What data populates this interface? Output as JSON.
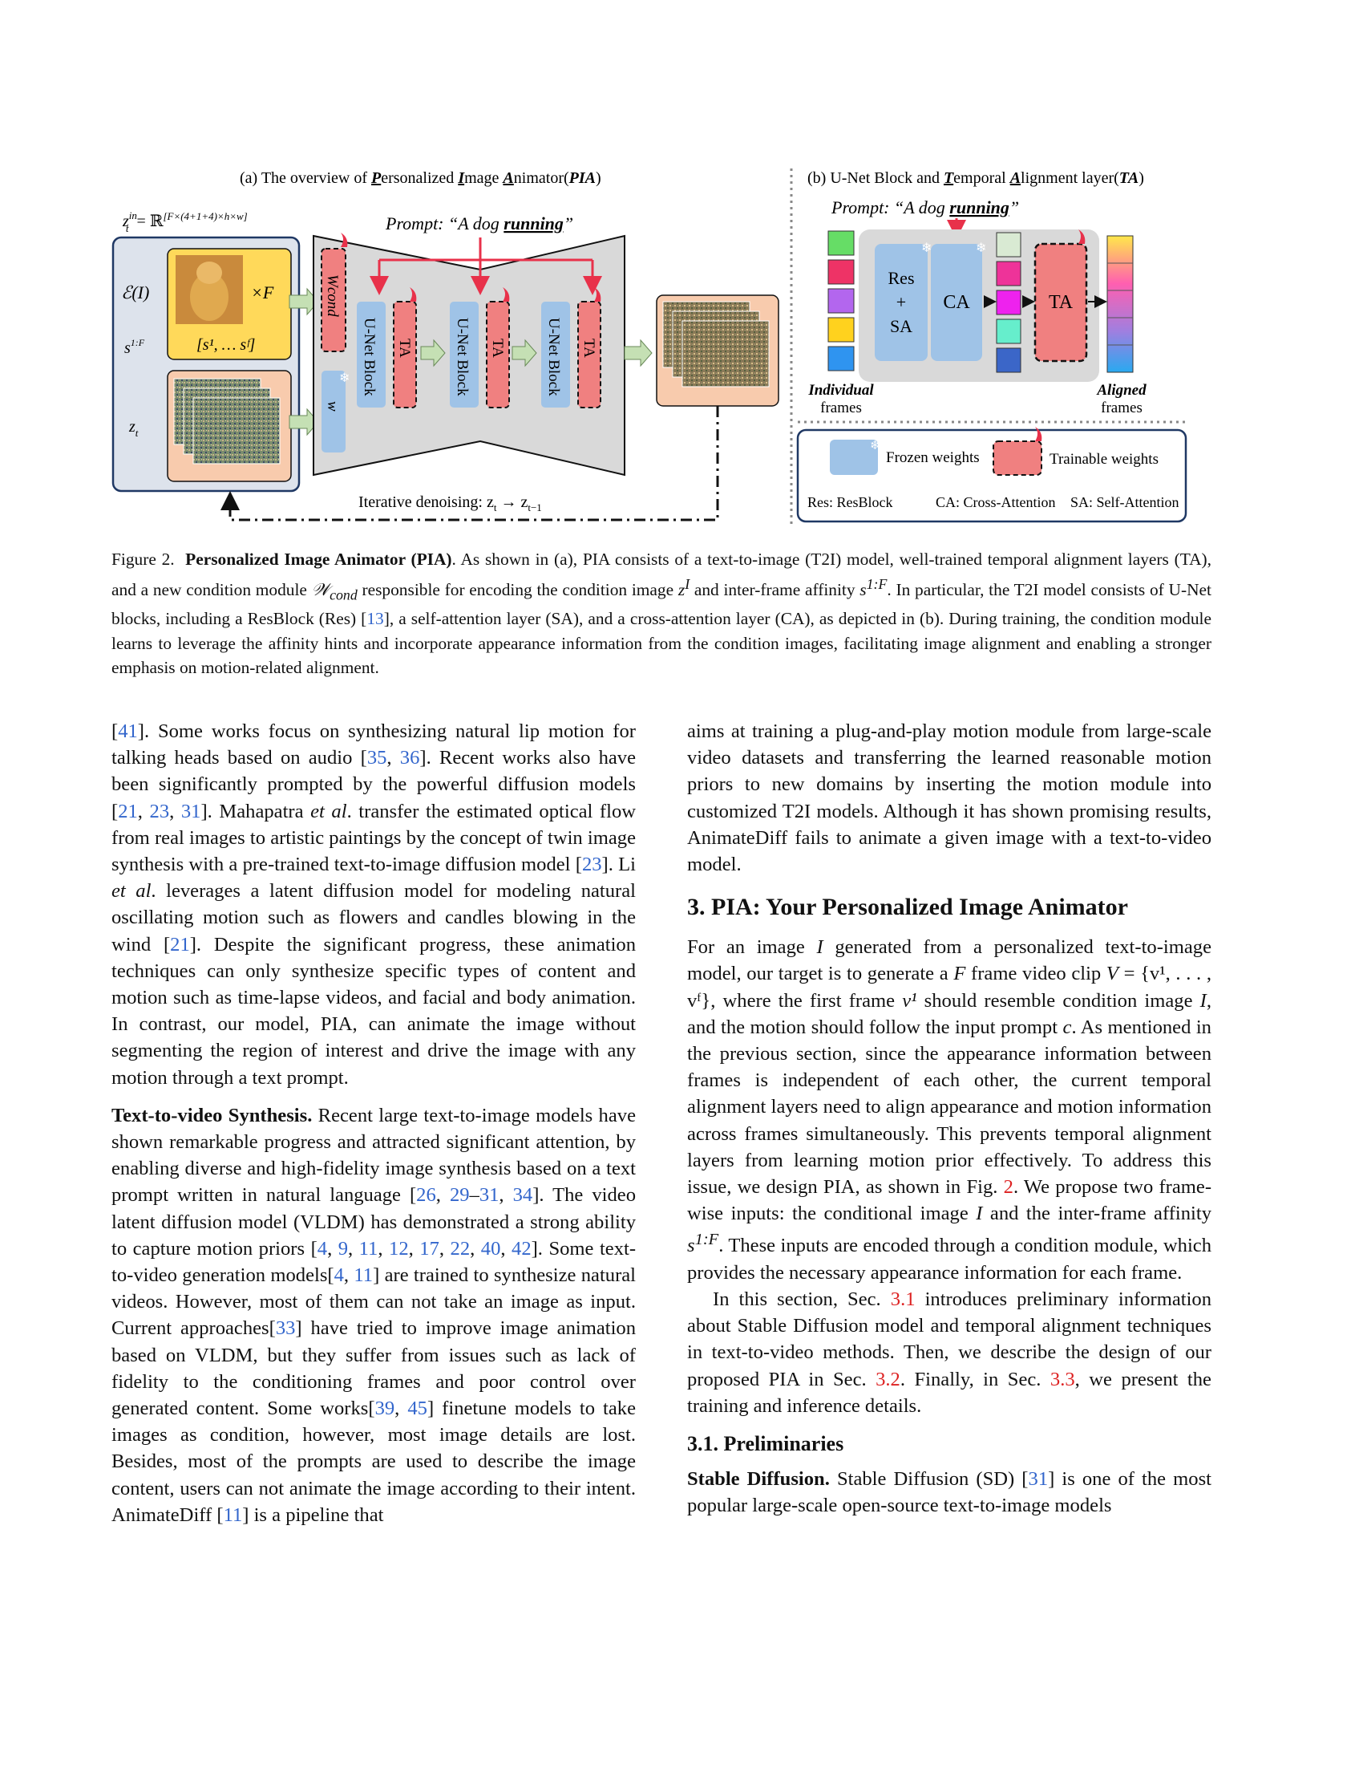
{
  "figure": {
    "title_a_prefix": "(a) The overview of ",
    "title_a_P": "P",
    "title_a_p2": "ersonalized ",
    "title_a_I": "I",
    "title_a_p3": "mage ",
    "title_a_A": "A",
    "title_a_p4": "nimator(",
    "title_a_abbr": "PIA",
    "title_a_end": ")",
    "title_b_prefix": "(b) U-Net Block and ",
    "title_b_T": "T",
    "title_b_p2": "emporal ",
    "title_b_A": "A",
    "title_b_p3": "lignment layer(",
    "title_b_abbr": "TA",
    "title_b_end": ")",
    "z_in_label": "z",
    "z_in_sup": "in",
    "z_in_sub": "t",
    "z_in_eq": "= ℝ",
    "z_in_dims": "[F×(4+1+4)×h×w]",
    "prompt_prefix": "Prompt: “A dog ",
    "prompt_word": "running",
    "prompt_suffix": "”",
    "enc_label": "ℰ(I)",
    "xF_label": "×F",
    "s_label": "s",
    "s_sup": "1:F",
    "s_set": "[s¹, … sᶠ]",
    "zt_label": "z",
    "zt_sub": "t",
    "wcond_label": "Wcond",
    "w_label": "w",
    "unet_label": "U-Net Block",
    "ta_label": "TA",
    "iter_label": "Iterative denoising: z",
    "iter_sub1": "t",
    "iter_arrow": " → z",
    "iter_sub2": "t−1",
    "res_line1": "Res",
    "res_line2": "+",
    "res_line3": "SA",
    "ca_label": "CA",
    "ta_big": "TA",
    "individual_1": "Individual",
    "individual_2": "frames",
    "aligned_1": "Aligned",
    "aligned_2": "frames",
    "frozen_label": "Frozen weights",
    "trainable_label": "Trainable weights",
    "legend_res": "Res: ResBlock",
    "legend_ca": "CA: Cross-Attention",
    "legend_sa": "SA: Self-Attention",
    "colors": {
      "blue_block": "#9fc3e7",
      "red_block": "#f08080",
      "gray_bg": "#d9d9d9",
      "yellow_bg": "#ffd95a",
      "peach_bg": "#f8cbad",
      "arrow_green": "#c5e0b4",
      "prompt_red": "#e8314a",
      "panel_border": "#1f3864"
    }
  },
  "caption": {
    "label": "Figure 2.",
    "title": "Personalized Image Animator (PIA)",
    "t1": ". As shown in (a), PIA consists of a text-to-image (T2I) model, well-trained temporal alignment layers (TA), and a new condition module ",
    "t1_w": "𝒲",
    "t1_wsub": "cond",
    "t2": " responsible for encoding the condition image ",
    "t2_z": "z",
    "t2_zsup": "I",
    "t3": " and inter-frame affinity ",
    "t3_s": "s",
    "t3_ssup": "1:F",
    "t4": ". In particular, the T2I model consists of U-Net blocks, including a ResBlock (Res) [",
    "cite13": "13",
    "t5": "], a self-attention layer (SA), and a cross-attention layer (CA), as depicted in (b). During training, the condition module learns to leverage the affinity hints and incorporate appearance information from the condition images, facilitating image alignment and enabling a stronger emphasis on motion-related alignment."
  },
  "left": {
    "p1_a": "[",
    "c41": "41",
    "p1_b": "]. Some works focus on synthesizing natural lip motion for talking heads based on audio [",
    "c35": "35",
    "p1_c": ", ",
    "c36": "36",
    "p1_d": "]. Recent works also have been significantly prompted by the powerful diffusion models [",
    "c21a": "21",
    "p1_e": ", ",
    "c23a": "23",
    "p1_f": ", ",
    "c31a": "31",
    "p1_g": "]. Mahapatra ",
    "etal1": "et al",
    "p1_h": ". transfer the estimated optical flow from real images to artistic paintings by the concept of twin image synthesis with a pre-trained text-to-image diffusion model [",
    "c23b": "23",
    "p1_i": "]. Li ",
    "etal2": "et al",
    "p1_j": ". leverages a latent diffusion model for modeling natural oscillating motion such as flowers and candles blowing in the wind [",
    "c21b": "21",
    "p1_k": "]. Despite the significant progress, these animation techniques can only synthesize specific types of content and motion such as time-lapse videos, and facial and body animation. In contrast, our model, PIA, can animate the image without segmenting the region of interest and drive the image with any motion through a text prompt.",
    "p2_head": "Text-to-video Synthesis.",
    "p2_a": " Recent large text-to-image models have shown remarkable progress and attracted significant attention, by enabling diverse and high-fidelity image synthesis based on a text prompt written in natural language [",
    "c26": "26",
    "p2_b": ", ",
    "c29": "29",
    "p2_c": "–",
    "c31b": "31",
    "p2_d": ", ",
    "c34": "34",
    "p2_e": "]. The video latent diffusion model (VLDM) has demonstrated a strong ability to capture motion priors [",
    "c4a": "4",
    "p2_f": ", ",
    "c9": "9",
    "p2_g": ", ",
    "c11a": "11",
    "p2_h": ", ",
    "c12": "12",
    "p2_i": ", ",
    "c17": "17",
    "p2_j": ", ",
    "c22": "22",
    "p2_k": ", ",
    "c40": "40",
    "p2_l": ", ",
    "c42": "42",
    "p2_m": "]. Some text-to-video generation models[",
    "c4b": "4",
    "p2_n": ", ",
    "c11b": "11",
    "p2_o": "] are trained to synthesize natural videos. However, most of them can not take an image as input. Current approaches[",
    "c33": "33",
    "p2_p": "] have tried to improve image animation based on VLDM, but they suffer from issues such as lack of fidelity to the conditioning frames and poor control over generated content. Some works[",
    "c39": "39",
    "p2_q": ", ",
    "c45": "45",
    "p2_r": "] finetune models to take images as condition, however, most image details are lost. Besides, most of the prompts are used to describe the image content, users can not animate the image according to their intent. AnimateDiff [",
    "c11c": "11",
    "p2_s": "] is a pipeline that"
  },
  "right": {
    "p0": "aims at training a plug-and-play motion module from large-scale video datasets and transferring the learned reasonable motion priors to new domains by inserting the motion module into customized T2I models. Although it has shown promising results, AnimateDiff fails to animate a given image with a text-to-video model.",
    "h_sec": "3. PIA: Your Personalized Image Animator",
    "p1_a": "For an image ",
    "p1_I": "I",
    "p1_b": " generated from a personalized text-to-image model, our target is to generate a ",
    "p1_F": "F",
    "p1_c": " frame video clip ",
    "p1_V": "V",
    "p1_d": " = {v¹, . . . , vᶠ}, where the first frame ",
    "p1_v1": "v¹",
    "p1_e": " should resemble condition image ",
    "p1_I2": "I",
    "p1_f": ", and the motion should follow the input prompt ",
    "p1_c2": "c",
    "p1_g": ". As mentioned in the previous section, since the appearance information between frames is independent of each other, the current temporal alignment layers need to align appearance and motion information across frames simultaneously. This prevents temporal alignment layers from learning motion prior effectively. To address this issue, we design PIA, as shown in Fig. ",
    "ref_fig2": "2",
    "p1_h": ". We propose two frame-wise inputs: the conditional image ",
    "p1_I3": "I",
    "p1_i": " and the inter-frame affinity ",
    "p1_s": "s",
    "p1_ssup": "1:F",
    "p1_j": ". These inputs are encoded through a condition module, which provides the necessary appearance information for each frame.",
    "p2_a": "In this section, Sec. ",
    "ref31": "3.1",
    "p2_b": " introduces preliminary information about Stable Diffusion model and temporal alignment techniques in text-to-video methods. Then, we describe the design of our proposed PIA in Sec. ",
    "ref32": "3.2",
    "p2_c": ". Finally, in Sec. ",
    "ref33": "3.3",
    "p2_d": ", we present the training and inference details.",
    "h_sub": "3.1. Preliminaries",
    "p3_head": "Stable Diffusion.",
    "p3_a": " Stable Diffusion (SD) [",
    "c31": "31",
    "p3_b": "] is one of the most popular large-scale open-source text-to-image models"
  }
}
